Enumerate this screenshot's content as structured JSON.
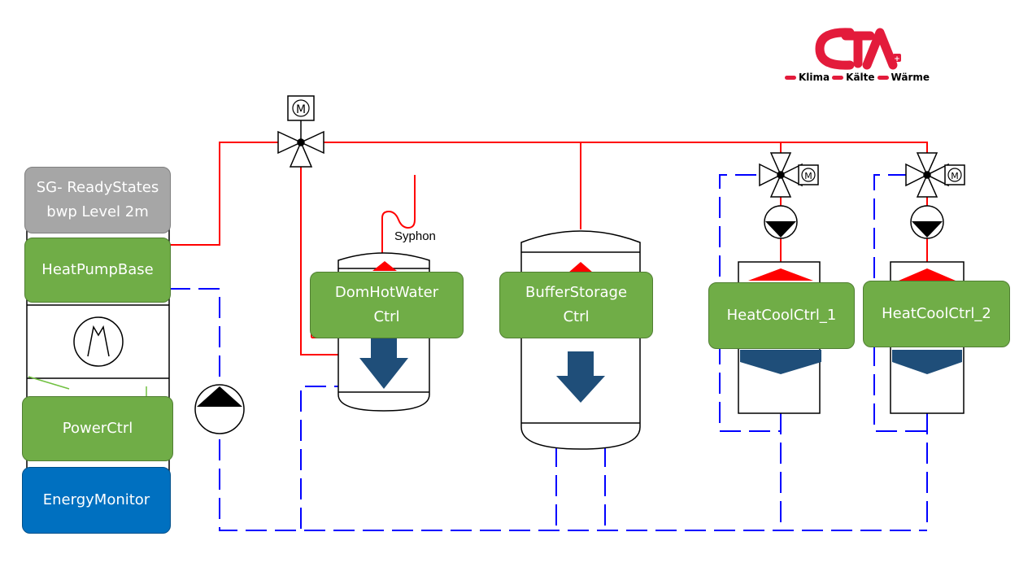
{
  "logo": {
    "text": "CTA",
    "tagline": [
      "Klima",
      "Kälte",
      "Wärme"
    ],
    "color": "#e31b3b"
  },
  "labels": {
    "sg_ready": "SG- ReadyStates\nbwp Level 2m",
    "heat_pump_base": "HeatPumpBase",
    "power_ctrl": "PowerCtrl",
    "energy_monitor": "EnergyMonitor",
    "dom_hot_water": "DomHotWater\nCtrl",
    "buffer_storage": "BufferStorage\nCtrl",
    "heat_cool_1": "HeatCoolCtrl_1",
    "heat_cool_2": "HeatCoolCtrl_2",
    "syphon": "Syphon"
  },
  "valve_motor_symbol": "M",
  "colors": {
    "supply": "#ff0000",
    "return": "#0000ff",
    "ctrl_green": "#70ad47",
    "state_grey": "#a6a6a6",
    "monitor_blue": "#0070c0",
    "arrow": "#1f4e79"
  },
  "icons": [
    "three-way-valve-icon",
    "motor-icon",
    "pump-icon",
    "compressor-icon",
    "heat-exchange-arrow-icon",
    "logo-icon"
  ]
}
